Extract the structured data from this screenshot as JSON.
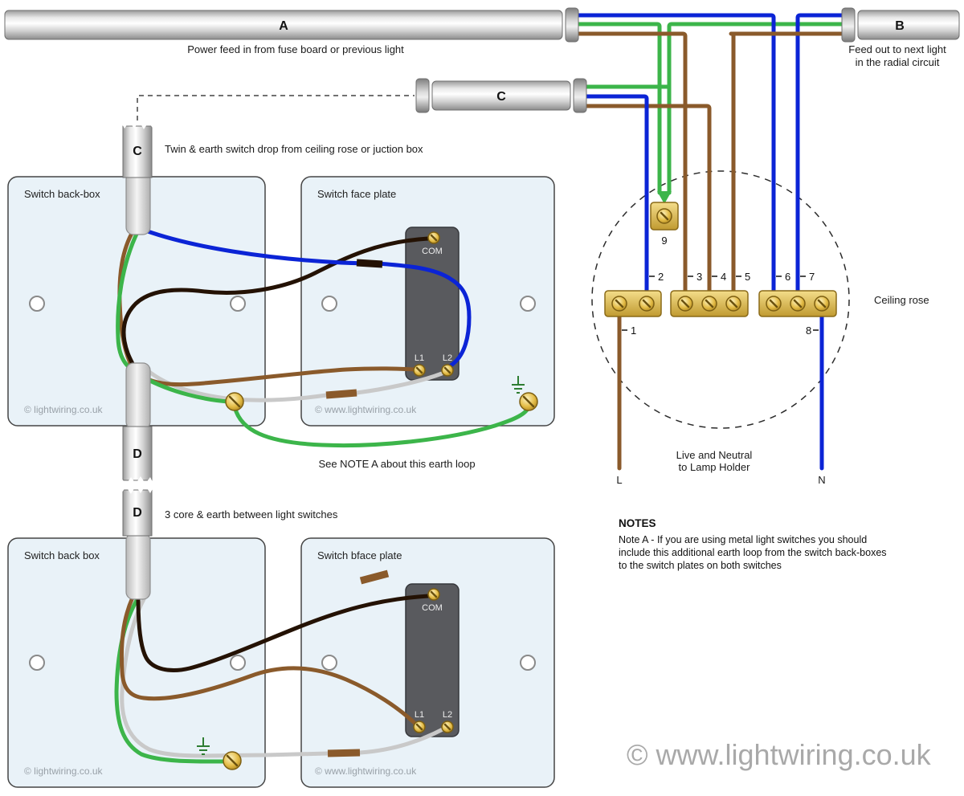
{
  "colors": {
    "wire-brown": "#8a5a2b",
    "wire-blue": "#0b24d6",
    "wire-green": "#3cb54a",
    "wire-black": "#241204",
    "wire-gray": "#c9c9c9"
  },
  "cables": {
    "a": {
      "label": "A",
      "caption": "Power feed in from fuse board or previous light"
    },
    "b": {
      "label": "B",
      "caption1": "Feed out to next light",
      "caption2": "in the radial circuit"
    },
    "c": {
      "label": "C"
    },
    "c_drop": {
      "label": "C",
      "caption": "Twin & earth switch drop from ceiling rose or juction box"
    },
    "d1": {
      "label": "D"
    },
    "d2": {
      "label": "D",
      "caption": "3 core & earth between light switches"
    }
  },
  "switch_top": {
    "backbox": "Switch back-box",
    "faceplate": "Switch face plate",
    "com": "COM",
    "l1": "L1",
    "l2": "L2",
    "wm_backbox": "© lightwiring.co.uk",
    "wm_faceplate": "© www.lightwiring.co.uk"
  },
  "switch_bottom": {
    "backbox": "Switch back box",
    "faceplate": "Switch bface plate",
    "com": "COM",
    "l1": "L1",
    "l2": "L2",
    "wm_backbox": "© lightwiring.co.uk",
    "wm_faceplate": "© www.lightwiring.co.uk"
  },
  "earth_loop_note": "See NOTE A about this earth loop",
  "rose": {
    "label": "Ceiling rose",
    "t1": "1",
    "t2": "2",
    "t3": "3",
    "t4": "4",
    "t5": "5",
    "t6": "6",
    "t7": "7",
    "t8": "8",
    "t9": "9",
    "lamp1": "Live and Neutral",
    "lamp2": "to Lamp Holder",
    "live": "L",
    "neutral": "N"
  },
  "notes": {
    "title": "NOTES",
    "line1": "Note A - If you are using metal light switches you should",
    "line2": "include this additional earth loop from the switch back-boxes",
    "line3": "to the switch plates on both switches"
  },
  "footer": "© www.lightwiring.co.uk"
}
